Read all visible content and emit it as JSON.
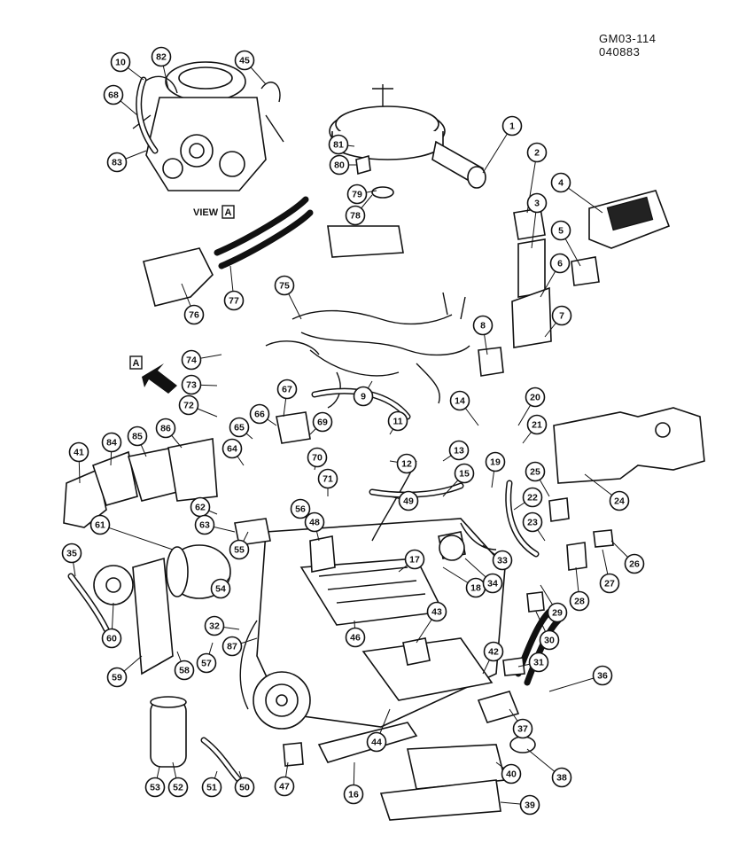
{
  "header": {
    "code": "GM03-114",
    "date": "040883"
  },
  "view": {
    "label": "VIEW",
    "letter": "A"
  },
  "arrow_letter": "A",
  "callouts": [
    "1",
    "2",
    "3",
    "4",
    "5",
    "6",
    "7",
    "8",
    "9",
    "10",
    "11",
    "12",
    "13",
    "14",
    "15",
    "16",
    "17",
    "18",
    "19",
    "20",
    "21",
    "22",
    "23",
    "24",
    "25",
    "26",
    "27",
    "28",
    "29",
    "30",
    "31",
    "32",
    "33",
    "34",
    "35",
    "36",
    "37",
    "38",
    "39",
    "40",
    "41",
    "42",
    "43",
    "44",
    "45",
    "46",
    "47",
    "48",
    "49",
    "50",
    "51",
    "52",
    "53",
    "54",
    "55",
    "56",
    "57",
    "58",
    "59",
    "60",
    "61",
    "62",
    "63",
    "64",
    "65",
    "66",
    "67",
    "68",
    "69",
    "70",
    "71",
    "72",
    "73",
    "74",
    "75",
    "76",
    "77",
    "78",
    "79",
    "80",
    "81",
    "82",
    "83",
    "84",
    "85",
    "86",
    "87"
  ]
}
